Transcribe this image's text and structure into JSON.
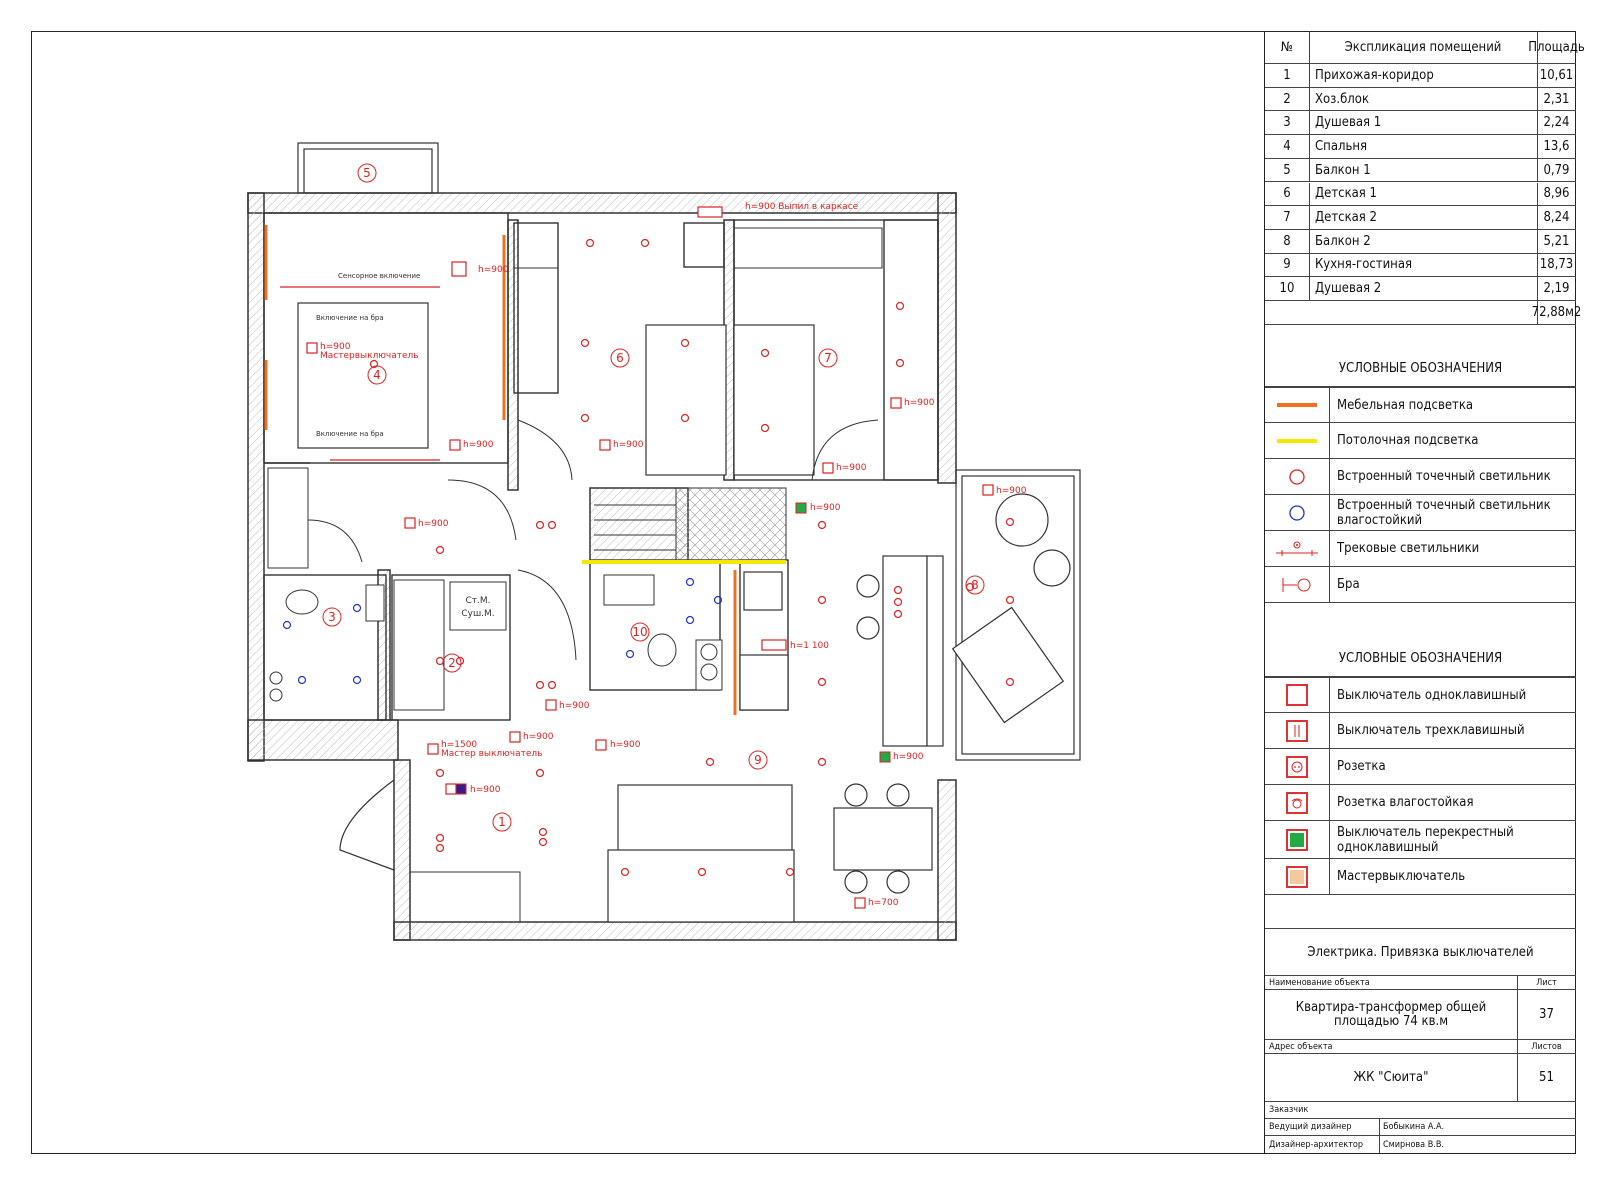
{
  "explication": {
    "col_no": "№",
    "col_name": "Экспликация помещений",
    "col_area": "Площадь",
    "rooms": [
      {
        "no": "1",
        "name": "Прихожая-коридор",
        "area": "10,61"
      },
      {
        "no": "2",
        "name": "Хоз.блок",
        "area": "2,31"
      },
      {
        "no": "3",
        "name": "Душевая 1",
        "area": "2,24"
      },
      {
        "no": "4",
        "name": "Спальня",
        "area": "13,6"
      },
      {
        "no": "5",
        "name": "Балкон 1",
        "area": "0,79"
      },
      {
        "no": "6",
        "name": "Детская 1",
        "area": "8,96"
      },
      {
        "no": "7",
        "name": "Детская 2",
        "area": "8,24"
      },
      {
        "no": "8",
        "name": "Балкон 2",
        "area": "5,21"
      },
      {
        "no": "9",
        "name": "Кухня-гостиная",
        "area": "18,73"
      },
      {
        "no": "10",
        "name": "Душевая 2",
        "area": "2,19"
      }
    ],
    "total": "72,88м2"
  },
  "legend1": {
    "title": "УСЛОВНЫЕ ОБОЗНАЧЕНИЯ",
    "items": [
      {
        "icon": "furniture-light-line",
        "label": "Мебельная подсветка"
      },
      {
        "icon": "ceiling-light-line",
        "label": "Потолочная подсветка"
      },
      {
        "icon": "spot-light-icon",
        "label": "Встроенный точечный светильник"
      },
      {
        "icon": "spot-light-waterproof-icon",
        "label": "Встроенный точечный светильник влагостойкий"
      },
      {
        "icon": "track-light-icon",
        "label": "Трековые светильники"
      },
      {
        "icon": "sconce-icon",
        "label": "Бра"
      }
    ]
  },
  "legend2": {
    "title": "УСЛОВНЫЕ ОБОЗНАЧЕНИЯ",
    "items": [
      {
        "icon": "switch-single-icon",
        "label": "Выключатель одноклавишный"
      },
      {
        "icon": "switch-triple-icon",
        "label": "Выключатель трехклавишный"
      },
      {
        "icon": "socket-icon",
        "label": "Розетка"
      },
      {
        "icon": "socket-waterproof-icon",
        "label": "Розетка влагостойкая"
      },
      {
        "icon": "switch-cross-icon",
        "label": "Выключатель перекрестный одноклавишный"
      },
      {
        "icon": "master-switch-icon",
        "label": "Мастервыключатель"
      }
    ]
  },
  "title_block": {
    "sheet_title": "Электрика. Привязка выключателей",
    "object_label": "Наименование объекта",
    "sheet_label": "Лист",
    "object_name": "Квартира-трансформер общей площадью 74 кв.м",
    "sheet_no": "37",
    "address_label": "Адрес объекта",
    "sheets_label": "Листов",
    "address": "ЖК \"Сюита\"",
    "sheets_total": "51",
    "client_label": "Заказчик",
    "lead_label": "Ведущий дизайнер",
    "lead_name": "Бобыкина А.А.",
    "arch_label": "Дизайнер-архитектор",
    "arch_name": "Смирнова В.В."
  },
  "plan_labels": {
    "h900": "h=900",
    "h900_frame": "h=900 Выпил в каркасе",
    "h1500": "h=1500",
    "h1100": "h=1 100",
    "h700": "h=700",
    "master": "Мастервыключатель",
    "master2": "Мастер выключатель",
    "sensor": "Сенсорное включение",
    "bra1": "Включение на бра",
    "bra2": "Включение на бра",
    "washer": "Ст.М.",
    "dryer": "Суш.М.",
    "rooms": [
      "1",
      "2",
      "3",
      "4",
      "5",
      "6",
      "7",
      "8",
      "9",
      "10"
    ]
  },
  "colors": {
    "red": "#dd2222",
    "orange": "#f07020",
    "yellow": "#f5e800",
    "blue": "#2233cc",
    "green": "#22aa44"
  }
}
